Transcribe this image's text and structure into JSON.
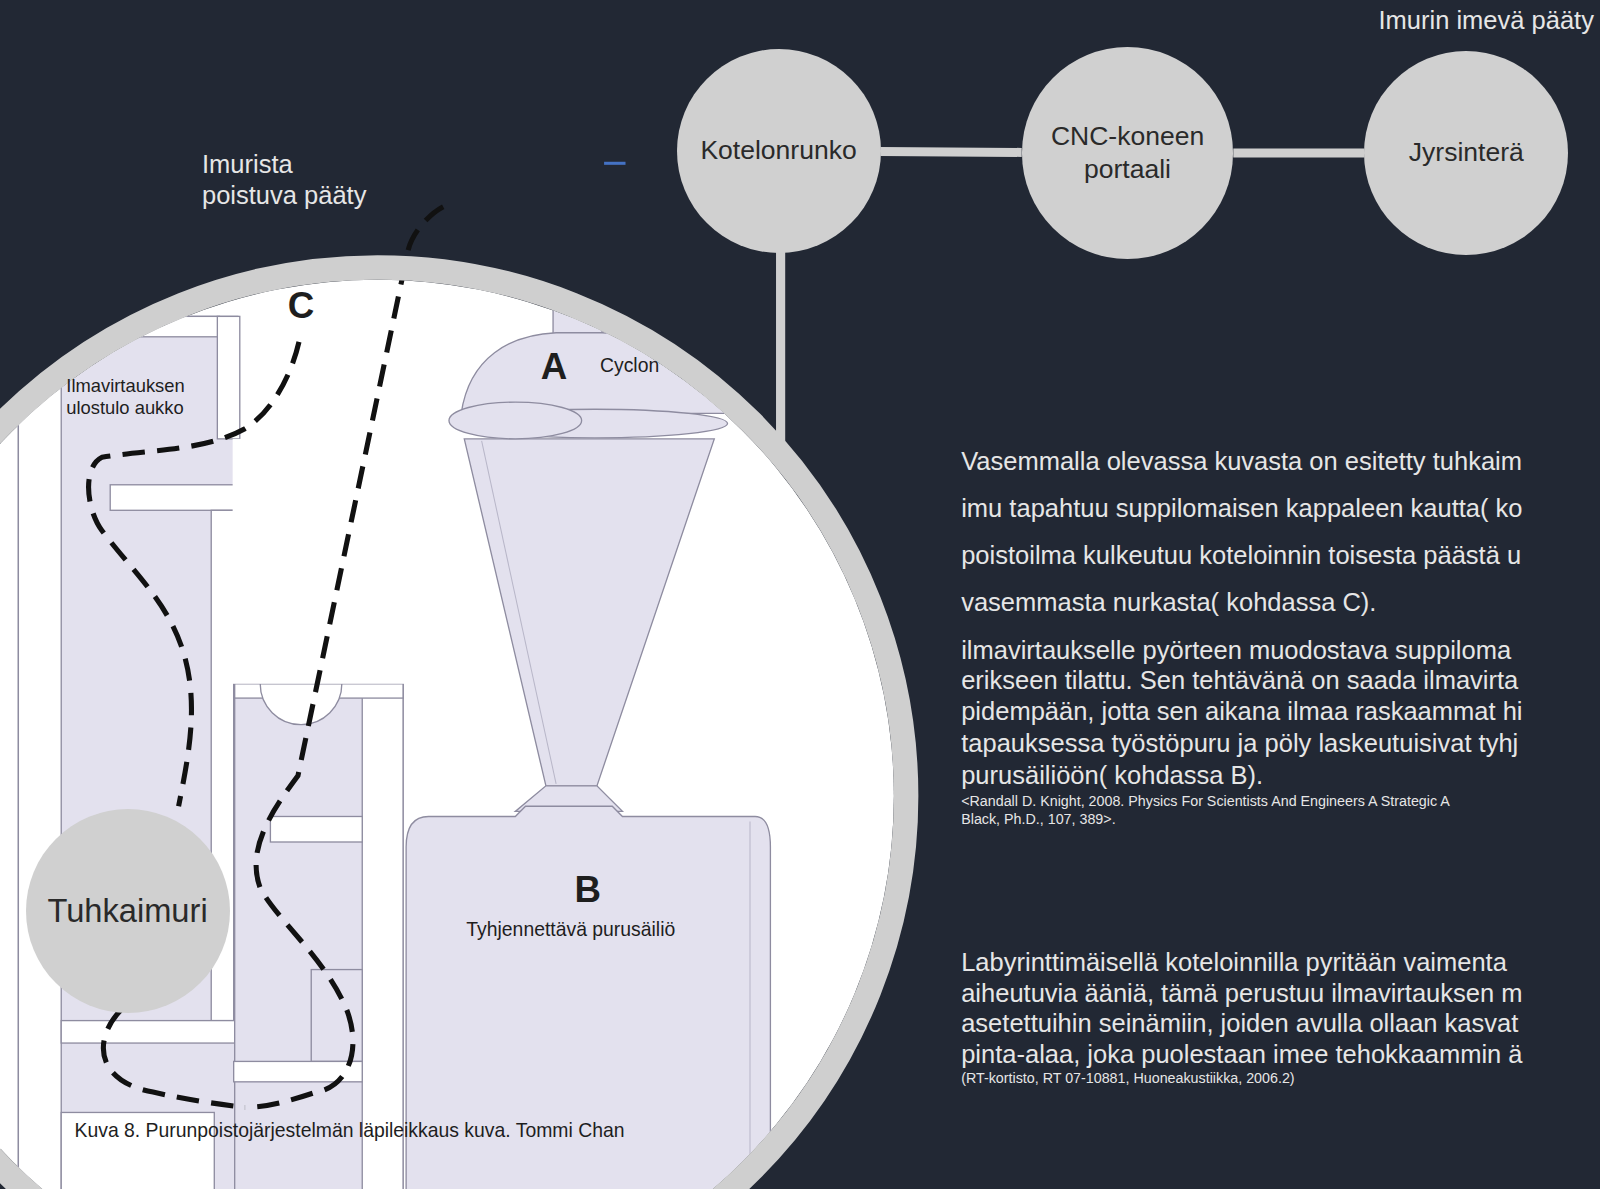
{
  "diagram": {
    "caption": "Kuva 8. Purunpoistojärjestelmän läpileikkaus kuva. Tommi Chan",
    "nodes": [
      {
        "text": [
          "Kotelonrunko"
        ]
      },
      {
        "text": [
          "CNC-koneen portaali"
        ]
      },
      {
        "text": [
          "Jyrsinterä"
        ]
      },
      {
        "text": [
          "Tuhkaimuri"
        ]
      }
    ],
    "edges": [
      {
        "from": 0,
        "to": 1,
        "arrow": "none"
      },
      {
        "from": 1,
        "to": 2,
        "arrow": "none"
      }
    ],
    "labels": [
      "Imurin imevä pääty",
      "Imurista poistuva pääty",
      "C",
      "Ilmavirtauksen ulostulo aukko",
      "A",
      "Cyclon",
      "B",
      "Tyhjennettävä purusäiliö",
      "Vasemmalla olevassa kuvasta on esitetty tuhkaim",
      "imu tapahtuu suppilomaisen kappaleen kautta( ko",
      "poistoilma kulkeutuu koteloinnin toisesta päästä u",
      "vasemmasta nurkasta( kohdassa C).",
      "ilmavirtaukselle pyörteen muodostava suppiloma",
      "erikseen tilattu. Sen tehtävänä on saada ilmavirta",
      "pidempään, jotta sen aikana ilmaa raskaammat hi",
      "tapauksessa työstöpuru ja pöly laskeutuisivat tyhj",
      "purusäiliöön( kohdassa B).",
      "<Randall D. Knight, 2008. Physics For Scientists And Engineers A Strategic A",
      "Black, Ph.D., 107, 389>.",
      "Labyrinttimäisellä koteloinnilla pyritään vaimenta",
      "aiheutuvia ääniä, tämä perustuu ilmavirtauksen m",
      "asetettuihin seinämiin, joiden avulla ollaan kasvat",
      "pinta-alaa, joka puolestaan imee tehokkaammin ä",
      "(RT-kortisto, RT 07-10881, Huoneakustiikka, 2006.2)"
    ]
  }
}
